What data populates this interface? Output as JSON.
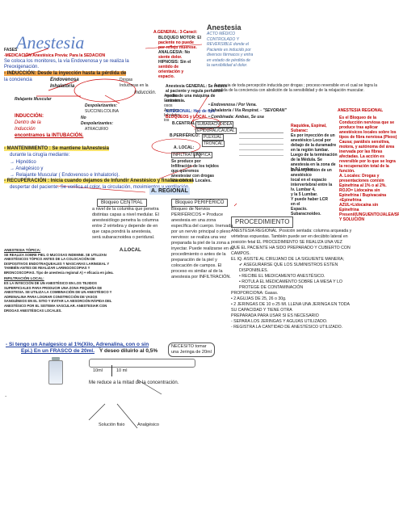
{
  "title": "Anestesia",
  "header_top": "FASES",
  "sedation": {
    "line1": "-MEDICACIÓN Anestésica Previa: Para la SEDACION",
    "line2": "Se coloca los monitores, la vía Endovenosa y se realiza la",
    "line3": "Preoxigenación."
  },
  "induction_line": "- INDUCCIÓN: Desde la inyección hasta la pérdida de",
  "induction_line2": "la conciencia",
  "endovenosa": "Endovenosa",
  "inhalatoria": "Inhalatoria",
  "drogas": "Drogas",
  "inductoras": "Inductoras en la",
  "induccion_word": "Inducción.",
  "agentes_col": [
    "Agentes",
    "Endoven",
    "osos",
    "Agentes",
    "Inhalator",
    "ios"
  ],
  "relajante": "Relajante Muscular",
  "despolarizantes": "Despolarizantes:",
  "succinil": "SUCCINILCOLINA",
  "no": "No",
  "no_despol": "Despolarizantes:",
  "atracurio": "ATRACURIO",
  "induccion_box": [
    "INDUCCIÓN:",
    "Dentro de la",
    "Inducción",
    "encontramos la INTUBACIÓN."
  ],
  "mantenimiento": "- MANTENIMIENTO : Se mantiene laAnestesia",
  "mantenimiento2": "durante la cirugía mediante:",
  "mant_items": [
    "Hipnótico",
    "Analgésico y",
    "Relajante Muscular ( Endovenoso e Inhalatorio)."
  ],
  "recuperacion": "- RECUPERACIÓN : Inicia cuando dejamos de Infundir Anestésico y finaliza con el",
  "recuperacion2": "despertar del paciente. Se verifica el color, la circulación, movimientos y ventilación.",
  "general": {
    "head": "A.GENERAL: 3-Caract:",
    "items": [
      "BLOQUEO MOTOR: El",
      "paciente no puede",
      "por reflejo muerese.",
      "ANALGESIA: No",
      "siente dolor.",
      "HIPNOSIS: Sin el",
      "sentido de",
      "orientación y",
      "espacio."
    ],
    "anest_general": "Anestesia GENERAL: Se induce",
    "anest_general2": "al paciente y regula perfusión",
    "anest_general3": "medio de una máquina de",
    "anest_general4": "anestesia."
  },
  "anestesia_box": {
    "head": "Anestesia",
    "lines": [
      "ACTO MÉDICO",
      "CONTROLADO Y",
      "REVERSIBLE donde el",
      "Paciente es inducido por",
      "diversos fármacos y entra",
      "en estado de pérdida de",
      "la sensibilidad al dolor."
    ]
  },
  "ausencia": "Ausencia de toda percepción inducida por drogas ; proceso reversible en el cual se logra la perdida de la conciencia con abolición de la sensibilidad y de la relajación muscular.",
  "vias": {
    "endovenosa": "Endovenosa / Por Vena.",
    "inhalatoria": "Inhalatoria / Vía Respirat. - \"SEVORAN\"",
    "combinada": "Combinada: Ambas, Se usa"
  },
  "regional_hay": "A.REGIONAL: Hay de tipo",
  "regional_tipos": "BLOQUEOS y LOCAL",
  "central": {
    "head": "B.CENTRAL:",
    "subs": [
      "SUBARACNOIDEA",
      "EPIDURAL/CAUDAL",
      "PLEXUAL",
      "TRONCAL"
    ],
    "periferico": "B.PERIFÉRICO:",
    "local": "A. LOCAL:",
    "local_opts": [
      "INFILTRATIVA",
      "TÓPICA"
    ],
    "produce": "Se produce por Infiltración de los tejidos que queremos anestesiar con drogas anestésicas Locales."
  },
  "raquidea_box": {
    "head": "Raquídea, Espinal, Subarac:",
    "lines": [
      "Es por inyección de un anestésico Local por debajo de la duramadre en la región lumbar. Luego de la terminación de la Médula. Se anestesia en la zona de le 5 Lumbar."
    ]
  },
  "epidural_box": {
    "lines": [
      "Es la inyección de un",
      "anestésico",
      "local en el espacio",
      "intervertebral entre la",
      "lv. Lumbar 4,",
      "y la 5 Lumbar.",
      "Y puede haber LCR en el",
      "Espacio. Subaracnoideo."
    ]
  },
  "regional_section": {
    "head": "ANESTESIA REGIONAL",
    "items": [
      "Es el Bloqueo de la Conducción nerviosa que se produce tras aplicar anestésicos locales sobre los tipos de fibra nerviosa (Plexo)",
      "Causa; parálisis sensitiva, motora, y autónoma del área inervada por las fibras afectadas. La acción es reversible por lo que se logra la recuperación total de la función.",
      "A. Locales: Drogas y presentaciones con/sin Epinefrina al 1% o al 2%.",
      "ROJO= Lidocaína sin Epinefrina / Bupivacaína +Epinefrina",
      "AZUL=Lidocaína sin Epinefrina Presenil(UNGUENTO/JALEA/SPRAY Y SOLUCIÓN"
    ]
  },
  "a_regional": "A. REGIONAL",
  "bloqueo_central": {
    "head": "Bloqueo CENTRAL",
    "text": "a nivel de la columna que penetra distintas capas a nivel medular. El anestesiólogo penetra la columna entre 2 vértebra y depende de en que capa pondrá la anestesia, será subaracnoidea o peridural."
  },
  "bloqueo_periferico": {
    "head": "Bloqueo PERIFÉRICO",
    "text": "Bloqueo de Nervios PERIFÉRICOS = Produce anestesia en una zona específica del cuerpo. Inervada por un nervio principal o plexo nervioso: se realiza una vez preparada la piel de la zona a inyectar. Puede realizarse en el procedimiento o antes de la preparación de la piel y colocación de campos. El proceso es similar al de la anestesia por INFILTRACIÓN."
  },
  "a_local": "A.LOCAL",
  "topica": {
    "head": "ANESTESIA TÓPICA:",
    "text": "SE REALIZA SOBRE PIEL O MUCOSAS INDEMNE. SE UTILIZAN ANESTÉSICOS TÓPICO ANTES DE LA COLOCACIÓN DE DISPOSITIVOS ENDOTRAQUEALES Y MASCARAS LARINGEAL Y TAMBIÉN ANTES DE REALIZAR LARINGOSCOPIAS Y BRONCOSCOPIAS. Tipo de anestesia regional A) + eficacia en jalea.",
    "infil_head": "INFILTRACIÓN LOCAL:",
    "infil_text": "ES LA INYECCIÓN DE UN ANESTÉSICO EN LOS TEJIDOS SUPERFICIALES PARA PRODUCIR UNA ZONA PEQUEÑA DE ANESTESIA. SE UTILIZA LA COMBINACIÓN DE UN ANESTÉSICO Y ADRENALINA PARA LOGRAR CONSTRICCIÓN DE VASOS SANGUÍNEOS EN EL SITIO Y EVITAR LA ABSORCIÓN RÁPIDA DEL ANESTÉSICO POR EL SISTEMA VASCULAR. ANESTESIAR CON DROGAS ANESTÉSICAS LOCALES."
  },
  "procedimiento": {
    "head": "PROCEDIMIENTO",
    "intro": "ANESTESIA REGIONAL :Posición sentada: columna arqueada y vértebras expuestas. También puede ser en decúbito lateral en posición fetal EL PROCEDIMIENTO SE REALIZA UNA VEZ QUE EL PACIENTE HA SIDO PREPARADO Y CUBIERTO CON CAMPOS.",
    "cir": "EL IQ. ASISTE AL CIRUJANO DE LA SIGUIENTE MANERA;",
    "checks": [
      "ASEGURARSE QUE LOS SUMINISTROS ESTEN DISPONIBLES.",
      "RECIBE EL MEDICAMENTO ANESTÉSICO.",
      "ROTULA EL MEDICAMENTO SOBRE LA MESA Y LO PROTEGE DE CONTAMINACIÓN"
    ],
    "prop": "PROPORCIONA: Gasas.",
    "more": [
      "2 AGUJAS DE 25, 26 o 30g.",
      "2 JERINGAS DE 10 o 25 Ml. LLENA UNA JERINGA EN TODA SU CAPACIDAD Y TIENE OTRA",
      "PREPARADA PARA USAR SI ES NECESARIO",
      "- SEPARA LOS JERINGAS Y AGUJAS UTILIZADO.",
      "- REGISTRA LA CANTIDAD DE ANESTÉSICO UTILIZADO."
    ]
  },
  "calc": {
    "line1": "- Si tengo un Analgesico al 1%(Xilo, Adrenalina, con o sin",
    "line2": "Epi.)  En un FRASCO de 20ml.",
    "line3": "Y deseo diluirlo al 0,5%",
    "needed": "NECESITO tomar",
    "needed2": "una Jeringa de 20ml",
    "ml1": "10ml",
    "ml2": "10 ml",
    "reduce": "Me reduce a la mitad de la concentración.",
    "sol": "Solución fisio",
    "analg": "Analgésico"
  }
}
